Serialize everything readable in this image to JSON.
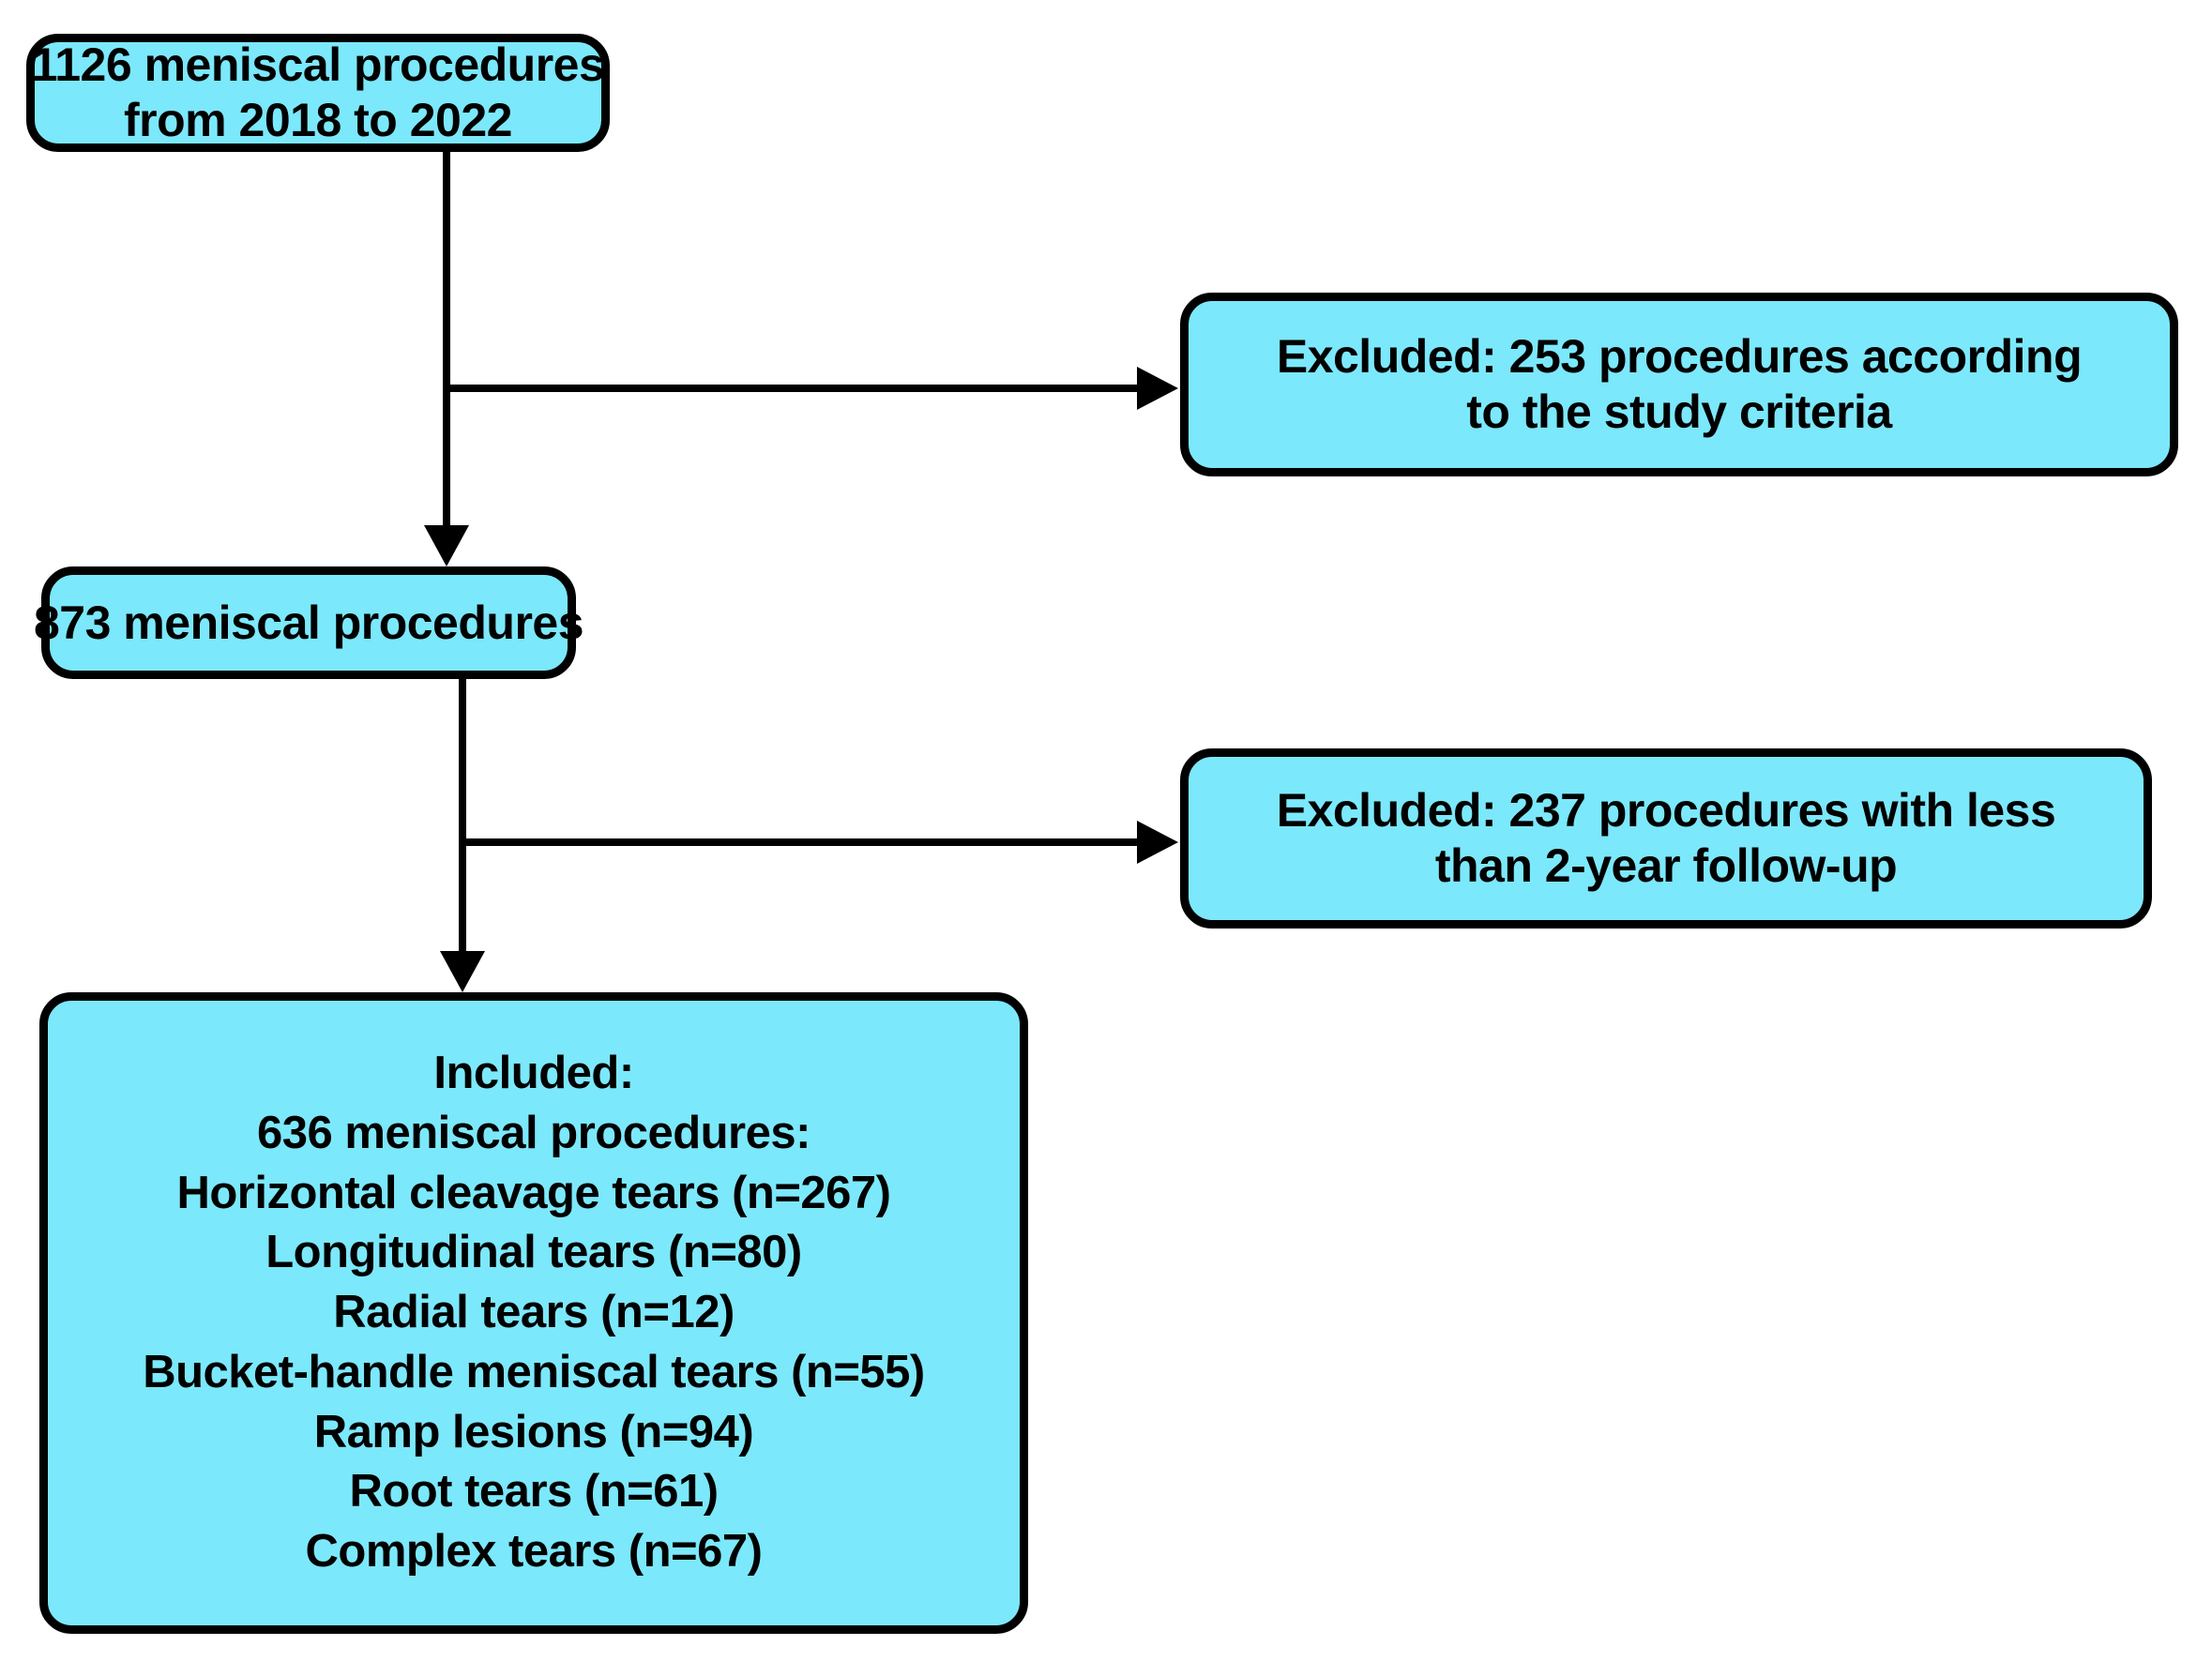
{
  "diagram": {
    "title": "Study flow diagram of meniscal procedures",
    "type": "flowchart",
    "colors": {
      "node_fill": "#7ce8fb",
      "node_border": "#000000",
      "connector": "#000000",
      "background": "#ffffff"
    }
  },
  "nodes": {
    "source": {
      "id": "source",
      "lines": [
        "1126 meniscal procedures",
        "from 2018 to 2022"
      ],
      "line_0": "1126 meniscal procedures",
      "line_1": "from 2018 to 2022",
      "count": 1126
    },
    "excluded_1": {
      "id": "excluded-criteria",
      "lines": [
        "Excluded: 253 procedures according",
        "to the study criteria"
      ],
      "line_0": "Excluded: 253 procedures according",
      "line_1": "to the study criteria",
      "count": 253
    },
    "eligible": {
      "id": "eligible",
      "lines": [
        "873 meniscal procedures"
      ],
      "line_0": "873 meniscal procedures",
      "count": 873
    },
    "excluded_2": {
      "id": "excluded-followup",
      "lines": [
        "Excluded: 237 procedures with less",
        "than 2-year follow-up"
      ],
      "line_0": "Excluded: 237 procedures with less",
      "line_1": "than 2-year follow-up",
      "count": 237
    },
    "included": {
      "id": "included",
      "lines": [
        "Included:",
        "636 meniscal procedures:",
        "Horizontal cleavage tears (n=267)",
        "Longitudinal tears (n=80)",
        "Radial tears (n=12)",
        "Bucket-handle meniscal tears (n=55)",
        "Ramp lesions (n=94)",
        "Root tears (n=61)",
        "Complex tears (n=67)"
      ],
      "line_0": "Included:",
      "line_1": "636 meniscal procedures:",
      "line_2": "Horizontal cleavage tears (n=267)",
      "line_3": "Longitudinal tears (n=80)",
      "line_4": "Radial tears (n=12)",
      "line_5": "Bucket-handle meniscal tears (n=55)",
      "line_6": "Ramp lesions (n=94)",
      "line_7": "Root tears (n=61)",
      "line_8": "Complex tears (n=67)",
      "total": 636,
      "breakdown": [
        {
          "label": "Horizontal cleavage tears",
          "n": 267
        },
        {
          "label": "Longitudinal tears",
          "n": 80
        },
        {
          "label": "Radial tears",
          "n": 12
        },
        {
          "label": "Bucket-handle meniscal tears",
          "n": 55
        },
        {
          "label": "Ramp lesions",
          "n": 94
        },
        {
          "label": "Root tears",
          "n": 61
        },
        {
          "label": "Complex tears",
          "n": 67
        }
      ]
    }
  },
  "edges": [
    {
      "from": "source",
      "to": "eligible",
      "kind": "vertical-arrow"
    },
    {
      "from": "source",
      "to": "excluded_1",
      "kind": "branch-right-arrow"
    },
    {
      "from": "eligible",
      "to": "included",
      "kind": "vertical-arrow"
    },
    {
      "from": "eligible",
      "to": "excluded_2",
      "kind": "branch-right-arrow"
    }
  ]
}
